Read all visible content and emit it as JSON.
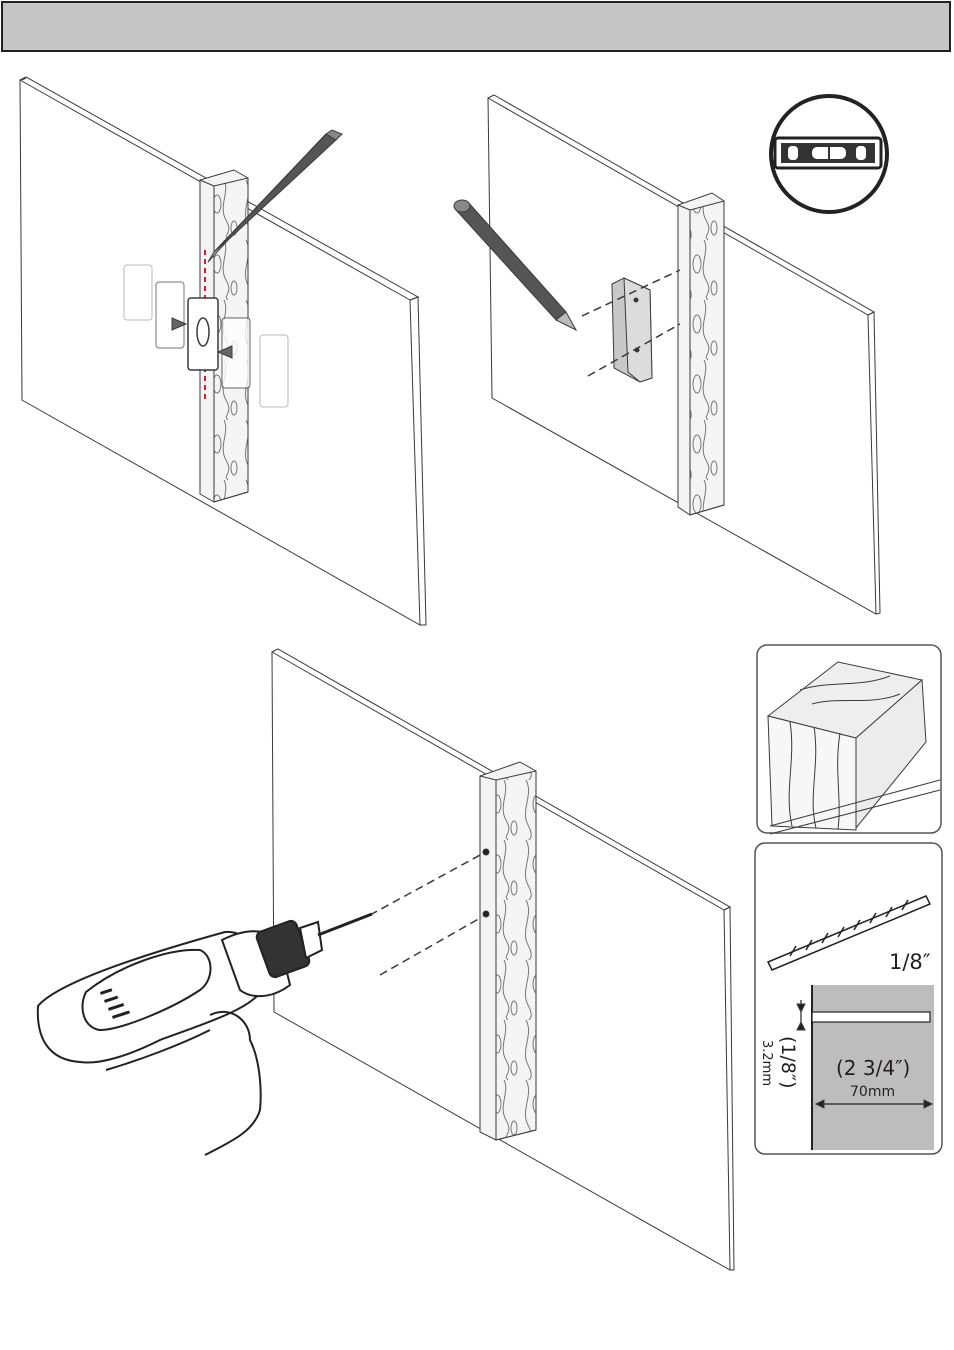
{
  "header": {
    "title": ""
  },
  "steps": [
    {
      "id": "locate-stud",
      "illustration": [
        "wall-panel",
        "wood-stud",
        "pencil",
        "stud-finder",
        "center-line"
      ]
    },
    {
      "id": "mark-holes",
      "illustration": [
        "wall-panel",
        "wood-stud",
        "pencil",
        "bracket",
        "level-icon"
      ]
    },
    {
      "id": "drill-pilot-holes",
      "illustration": [
        "wall-panel",
        "wood-stud",
        "power-drill",
        "pilot-holes"
      ]
    }
  ],
  "insets": {
    "wood_stud": {
      "icon": "wood-block-icon"
    },
    "drill_bit": {
      "icon": "drill-bit-icon",
      "bit_size": "1/8″",
      "hole_depth_in": "(2 3/4″)",
      "hole_depth_mm": "70mm",
      "hole_diameter_in": "(1/8″)",
      "hole_diameter_mm": "3.2mm"
    }
  },
  "colors": {
    "header_bg": "#c6c6c6",
    "line": "#3a3a3a",
    "guide_red": "#d4202a",
    "stud_fill": "#f4f4f4",
    "depth_fill": "#bdbdbd"
  }
}
